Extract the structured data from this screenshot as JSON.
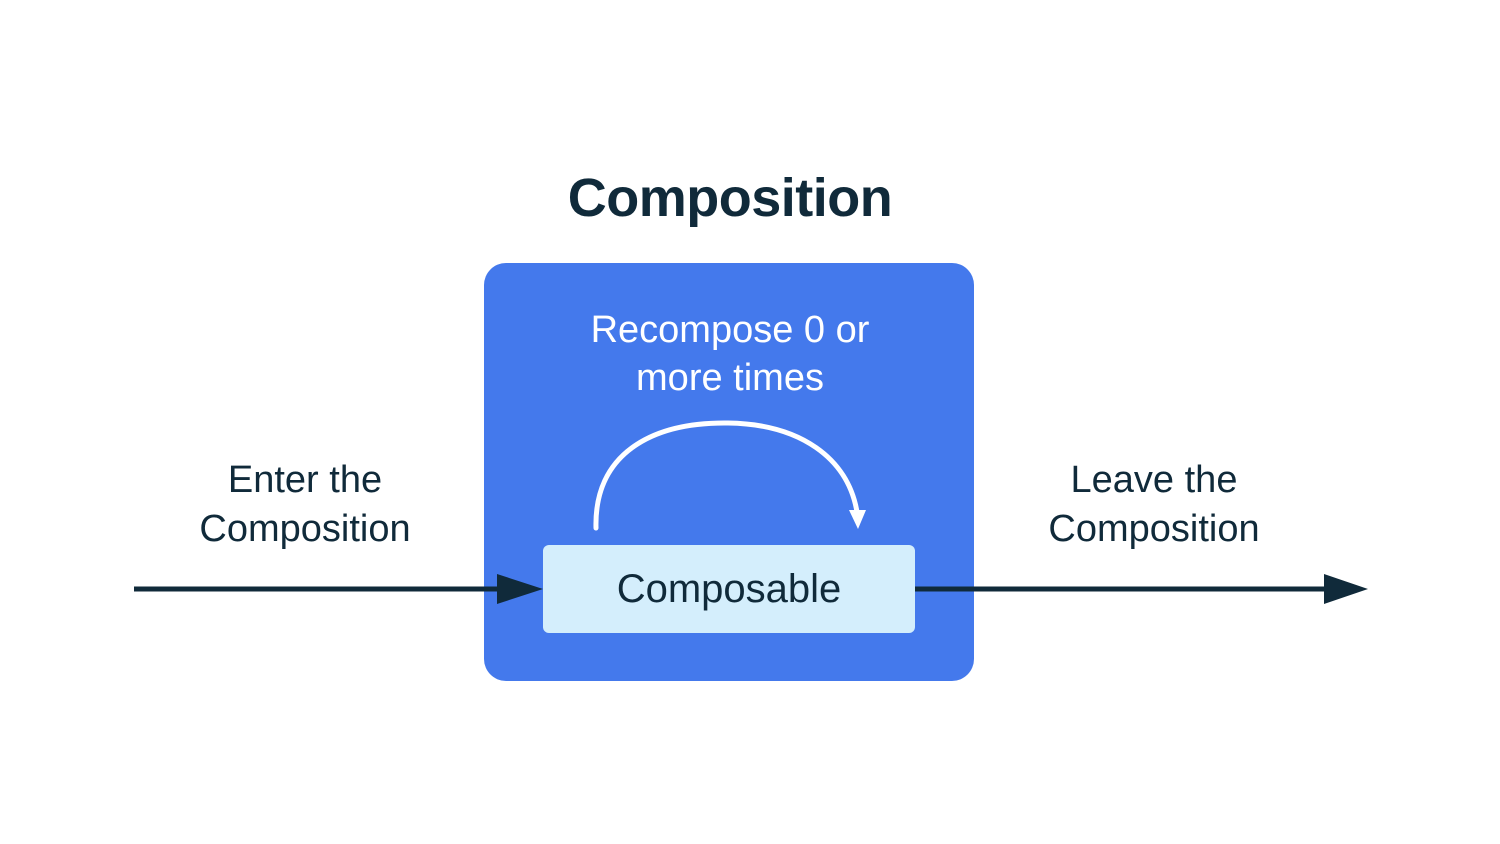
{
  "diagram": {
    "title": "Composition",
    "recompose_lines": [
      "Recompose 0 or",
      "more times"
    ],
    "composable_label": "Composable",
    "enter_lines": [
      "Enter the",
      "Composition"
    ],
    "leave_lines": [
      "Leave the",
      "Composition"
    ]
  },
  "colors": {
    "composition_fill": "#4479ec",
    "composable_fill": "#d4eefc",
    "dark": "#102a3a",
    "loop_arrow": "#ffffff"
  },
  "icons": {
    "recompose_loop": "curved-loop-arrow-icon",
    "enter": "arrow-right-icon",
    "leave": "arrow-right-icon"
  }
}
